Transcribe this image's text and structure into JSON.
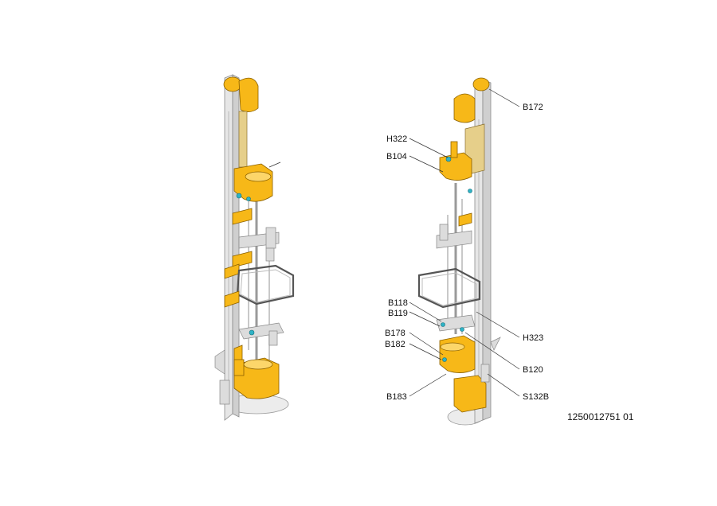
{
  "callouts": {
    "b172": "B172",
    "h322": "H322",
    "b104": "B104",
    "b118": "B118",
    "b119": "B119",
    "b178": "B178",
    "b182": "B182",
    "b183": "B183",
    "h323": "H323",
    "b120": "B120",
    "s132b": "S132B"
  },
  "drawing_number": "1250012751 01",
  "colors": {
    "component_yellow": "#f7b818",
    "frame_grey": "#e6e6e6",
    "sensor_teal": "#2fb3c6"
  }
}
